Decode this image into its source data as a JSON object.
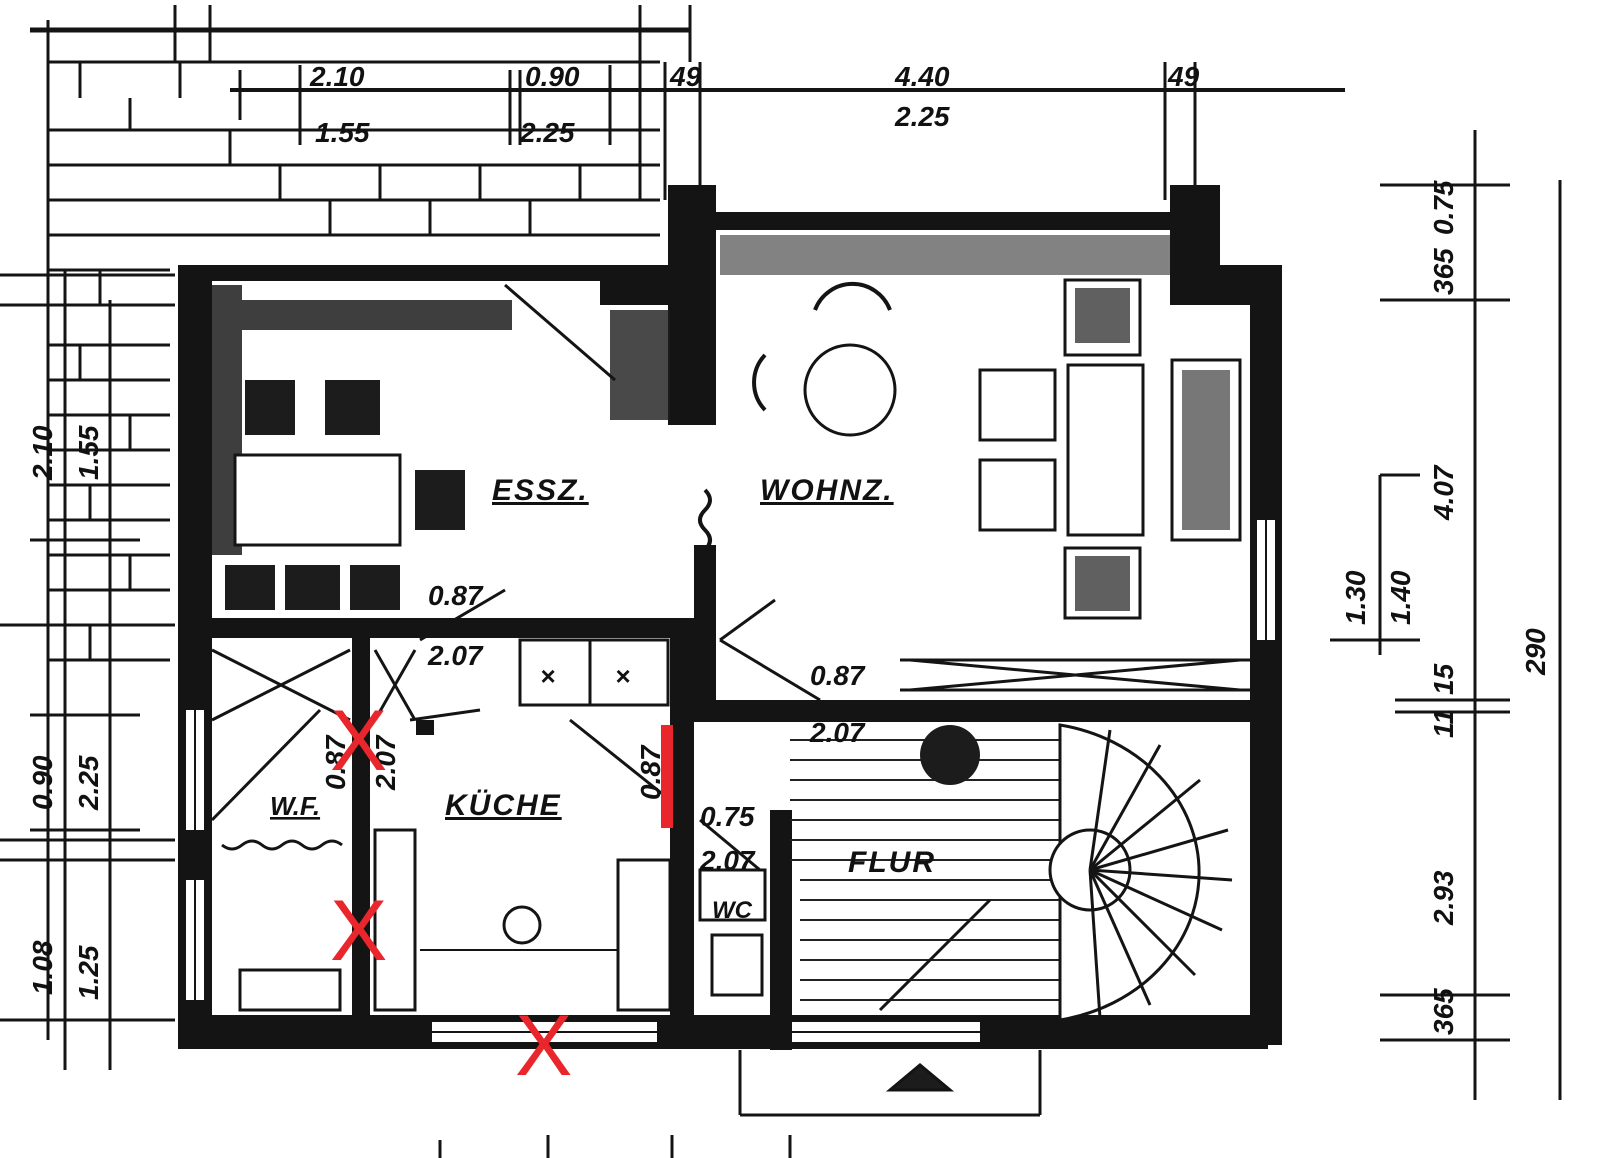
{
  "rooms": {
    "essz": "ESSZ.",
    "wohnz": "WOHNZ.",
    "kueche": "KÜCHE",
    "flur": "FLUR",
    "wc": "WC",
    "wf": "W.F."
  },
  "dimensions": {
    "top_2_10": "2.10",
    "top_0_90": "0.90",
    "top_49a": "49",
    "top_4_40": "4.40",
    "top_49b": "49",
    "top_1_55": "1.55",
    "top_2_25a": "2.25",
    "top_2_25b": "2.25",
    "left_2_10": "2.10",
    "left_1_55": "1.55",
    "left_0_90": "0.90",
    "left_2_25": "2.25",
    "left_1_08": "1.08",
    "left_1_25": "1.25",
    "right_365a": "365",
    "right_0_75": "0.75",
    "right_4_07": "4.07",
    "right_1_30": "1.30",
    "right_1_40": "1.40",
    "right_290": "290",
    "right_15": "15",
    "right_11": "11",
    "right_2_93": "2.93",
    "right_365b": "365",
    "int_0_87a": "0.87",
    "int_2_07a": "2.07",
    "int_0_87b": "0.87",
    "int_2_07b": "2.07",
    "int_0_87c": "0.87",
    "int_2_07c": "2.07",
    "int_0_87d": "0.87",
    "int_2_07d": "2.07",
    "int_0_75": "0.75"
  },
  "markers": {
    "color": "#e8262b",
    "symbol": "X",
    "count": 3
  }
}
